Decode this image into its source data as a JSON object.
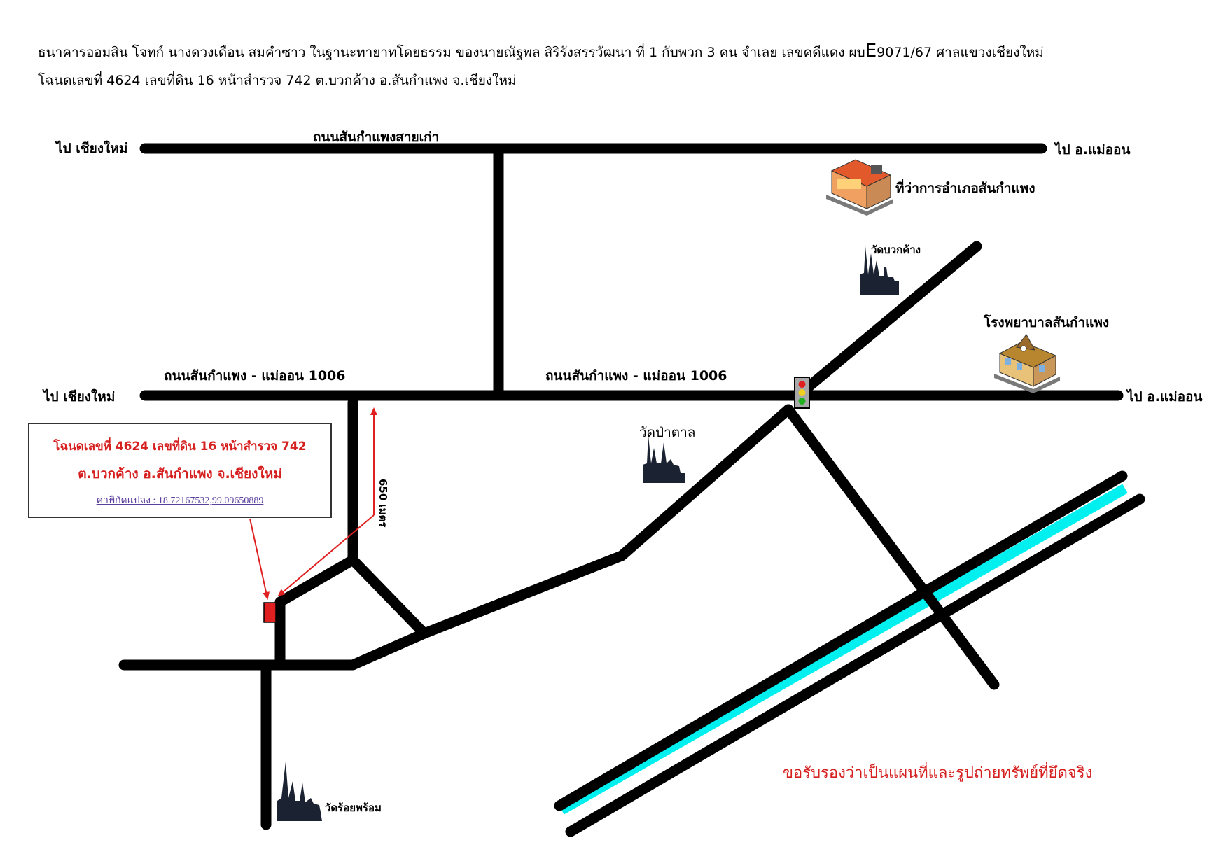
{
  "header": {
    "line1_pre": "ธนาคารออมสิน  โจทก์ นางดวงเดือน สมคำซาว ในฐานะทายาทโดยธรรม ของนายณัฐพล สิริรังสรรวัฒนา ที่ 1 กับพวก 3 คน  จำเลย  เลขคดีแดง ผบ",
    "line1_e": "E",
    "line1_post": "9071/67  ศาลแขวงเชียงใหม่",
    "line2": "โฉนดเลขที่ 4624 เลขที่ดิน 16 หน้าสำรวจ 742 ต.บวกค้าง อ.สันกำแพง จ.เชียงใหม่"
  },
  "roads": {
    "top_road_name": "ถนนสันกำแพงสายเก่า",
    "top_left_dir": "ไป เชียงใหม่",
    "top_right_dir": "ไป อ.แม่ออน",
    "main_road_name_left": "ถนนสันกำแพง - แม่ออน 1006",
    "main_road_name_right": "ถนนสันกำแพง - แม่ออน 1006",
    "main_left_dir": "ไป เชียงใหม่",
    "main_right_dir": "ไป อ.แม่ออน"
  },
  "landmarks": {
    "district_office": "ที่ว่าการอำเภอสันกำแพง",
    "wat_buak_khang": "วัดบวกค้าง",
    "hospital": "โรงพยาบาลสันกำแพง",
    "wat_pa_tan": "วัดป่าตาล",
    "wat_roi_phrom": "วัดร้อยพร้อม"
  },
  "distance_label": "650 เมตร",
  "deed": {
    "line1": "โฉนดเลขที่ 4624 เลขที่ดิน 16 หน้าสำรวจ 742",
    "line2": "ต.บวกค้าง อ.สันกำแพง จ.เชียงใหม่",
    "coordinates": "ค่าพิกัดแปลง : 18.72167532,99.09650889"
  },
  "certification": "ขอรับรองว่าเป็นแผนที่และรูปถ่ายทรัพย์ที่ยึดจริง",
  "colors": {
    "road": "#000000",
    "river": "#00f0f0",
    "marker": "#e02020",
    "arrow": "#e02020",
    "deed_text": "#d62020",
    "link": "#5b3f9e"
  }
}
